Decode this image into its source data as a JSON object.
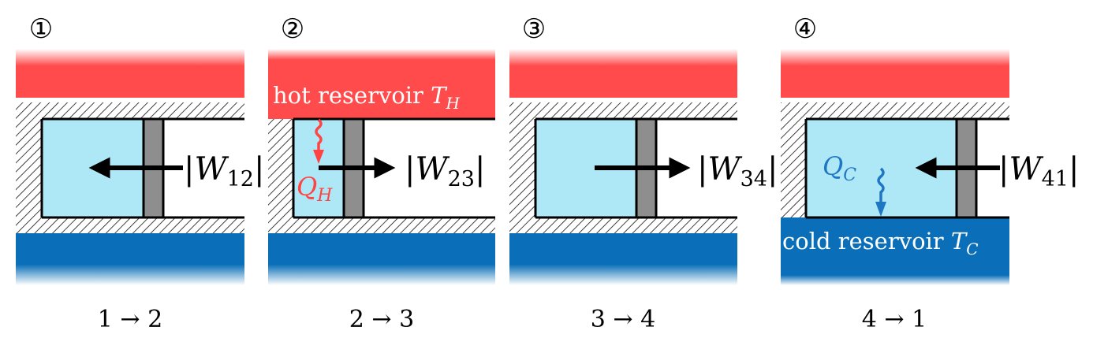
{
  "panels": [
    {
      "step_symbol": "①",
      "transition": "1 → 2",
      "work": {
        "symbol": "W",
        "subscript": "12",
        "direction": "left"
      },
      "top": "hot-reservoir",
      "bottom": "cold-reservoir",
      "reservoir_label": null,
      "heat": null
    },
    {
      "step_symbol": "②",
      "transition": "2 → 3",
      "work": {
        "symbol": "W",
        "subscript": "23",
        "direction": "right"
      },
      "top": "hot-reservoir-contact",
      "bottom": "cold-reservoir",
      "reservoir_label": {
        "text": "hot reservoir ",
        "symbol": "T",
        "subscript": "H"
      },
      "heat": {
        "symbol": "Q",
        "subscript": "H",
        "direction": "down",
        "color": "#ff4444"
      }
    },
    {
      "step_symbol": "③",
      "transition": "3 → 4",
      "work": {
        "symbol": "W",
        "subscript": "34",
        "direction": "right"
      },
      "top": "hot-reservoir",
      "bottom": "cold-reservoir",
      "reservoir_label": null,
      "heat": null
    },
    {
      "step_symbol": "④",
      "transition": "4 → 1",
      "work": {
        "symbol": "W",
        "subscript": "41",
        "direction": "left"
      },
      "top": "hot-reservoir",
      "bottom": "cold-reservoir-contact",
      "reservoir_label": {
        "text": "cold reservoir ",
        "symbol": "T",
        "subscript": "C"
      },
      "heat": {
        "symbol": "Q",
        "subscript": "C",
        "direction": "down",
        "color": "#1f77c4"
      }
    }
  ],
  "colors": {
    "hot": "#ff4b4b",
    "cold": "#0a6fb8",
    "gas": "#aee8f7",
    "piston": "#8e8e8e",
    "hot_heat": "#ff4444",
    "cold_heat": "#1f77c4"
  }
}
